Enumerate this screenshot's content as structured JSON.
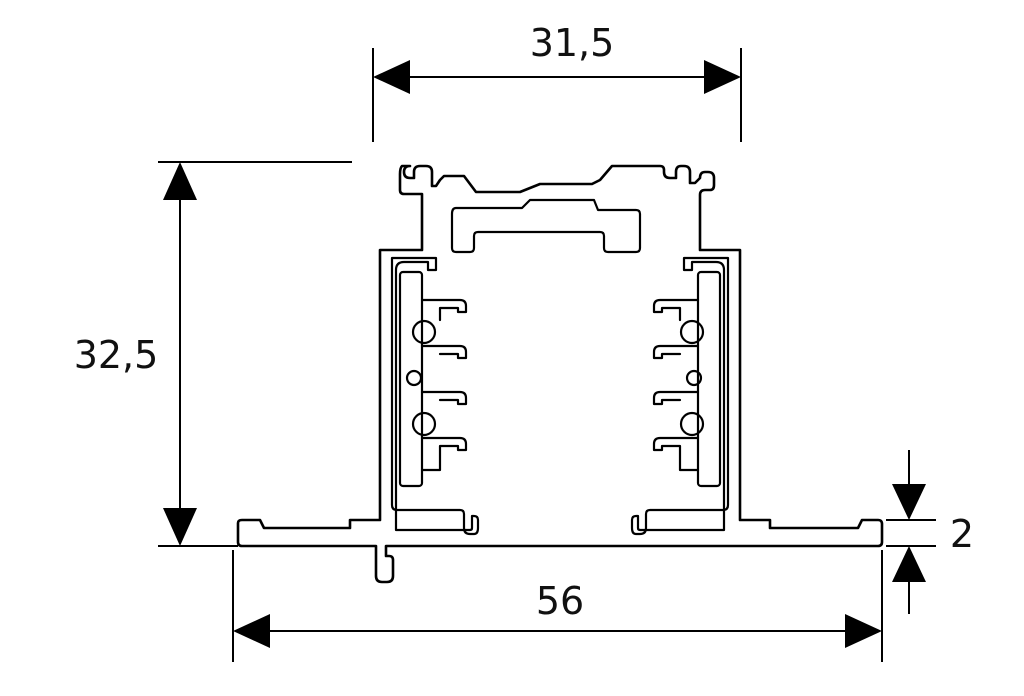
{
  "drawing": {
    "dimensions": {
      "top_width": "31,5",
      "height": "32,5",
      "bottom_width": "56",
      "flange_thickness": "2"
    }
  }
}
